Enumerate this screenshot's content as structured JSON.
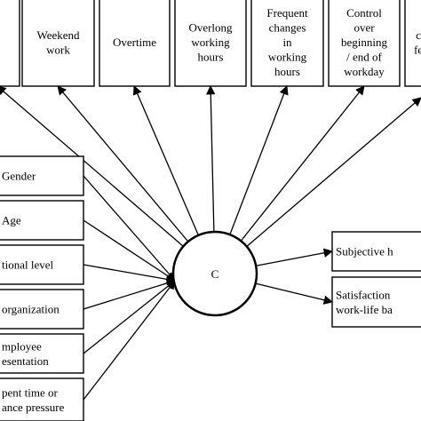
{
  "top_boxes": [
    {
      "lines": []
    },
    {
      "lines": [
        "Weekend",
        "work"
      ]
    },
    {
      "lines": [
        "Overtime"
      ]
    },
    {
      "lines": [
        "Overlong",
        "working",
        "hours"
      ]
    },
    {
      "lines": [
        "Frequent",
        "changes",
        "in",
        "working",
        "hours"
      ]
    },
    {
      "lines": [
        "Control",
        "over",
        "beginning",
        "/ end of",
        "workday"
      ]
    },
    {
      "lines": [
        "c",
        "fe"
      ]
    }
  ],
  "left_boxes": [
    {
      "lines": [
        "Gender"
      ]
    },
    {
      "lines": [
        "Age"
      ]
    },
    {
      "lines": [
        "tional level"
      ]
    },
    {
      "lines": [
        "organization"
      ]
    },
    {
      "lines": [
        "mployee",
        "esentation"
      ]
    },
    {
      "lines": [
        "pent time or",
        "ance pressure"
      ]
    }
  ],
  "center": {
    "label": "C"
  },
  "right_boxes": [
    {
      "lines": [
        "Subjective h"
      ]
    },
    {
      "lines": [
        "Satisfaction",
        "work-life ba"
      ]
    }
  ]
}
